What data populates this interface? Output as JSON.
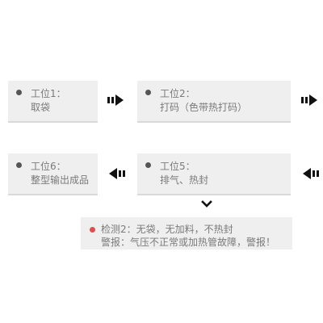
{
  "steps": {
    "s1": {
      "title": "工位1：",
      "desc": "取袋"
    },
    "s2": {
      "title": "工位2：",
      "desc": "打码（色带热打码）"
    },
    "s5": {
      "title": "工位5：",
      "desc": "排气、热封"
    },
    "s6": {
      "title": "工位6：",
      "desc": "整型输出成品"
    }
  },
  "check": {
    "line1": "检测2：无袋，无加料，不热封",
    "line2": "警报：气压不正常或加热管故障，警报！"
  },
  "colors": {
    "box_bg": "#efefef",
    "text": "#7a7a7a",
    "bullet": "#555555",
    "alert_bullet": "#e34c4c",
    "arrow": "#111111"
  },
  "icons": [
    "bullet-icon",
    "arrow-right-icon",
    "arrow-left-icon",
    "chevron-down-icon",
    "alert-bullet-icon"
  ]
}
